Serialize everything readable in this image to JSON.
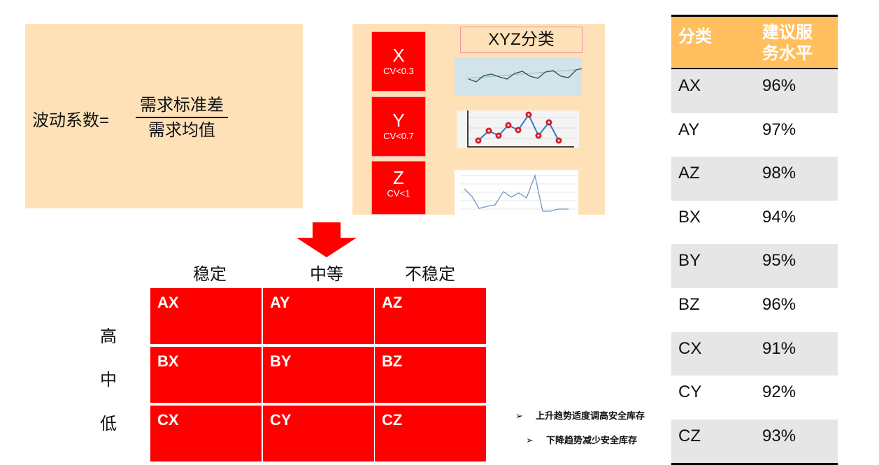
{
  "formula": {
    "label": "波动系数=",
    "numerator": "需求标准差",
    "denominator": "需求均值"
  },
  "xyz": {
    "title": "XYZ分类",
    "classes": [
      {
        "letter": "X",
        "cv": "CV<0.3"
      },
      {
        "letter": "Y",
        "cv": "CV<0.7"
      },
      {
        "letter": "Z",
        "cv": "CV<1"
      }
    ]
  },
  "matrix": {
    "columns": [
      "稳定",
      "中等",
      "不稳定"
    ],
    "rows": [
      "高",
      "中",
      "低"
    ],
    "cells": [
      [
        "AX",
        "AY",
        "AZ"
      ],
      [
        "BX",
        "BY",
        "BZ"
      ],
      [
        "CX",
        "CY",
        "CZ"
      ]
    ]
  },
  "notes": [
    "上升趋势适度调高安全库存",
    "下降趋势减少安全库存"
  ],
  "table": {
    "headers": [
      "分类",
      "建议服务水平"
    ],
    "rows": [
      [
        "AX",
        "96%"
      ],
      [
        "AY",
        "97%"
      ],
      [
        "AZ",
        "98%"
      ],
      [
        "BX",
        "94%"
      ],
      [
        "BY",
        "95%"
      ],
      [
        "BZ",
        "96%"
      ],
      [
        "CX",
        "91%"
      ],
      [
        "CY",
        "92%"
      ],
      [
        "CZ",
        "93%"
      ]
    ]
  },
  "colors": {
    "red": "#FF0000",
    "peach": "#FFE1B8",
    "header": "#FFBF5F"
  }
}
